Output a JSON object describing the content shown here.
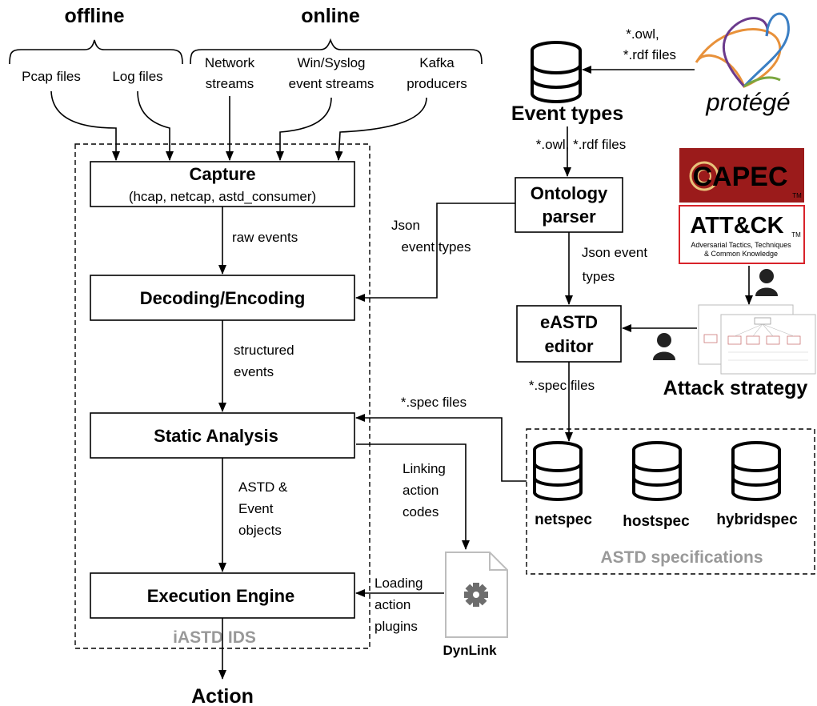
{
  "groups": {
    "offline": "offline",
    "online": "online"
  },
  "sources": {
    "pcap": "Pcap files",
    "log": "Log files",
    "network_1": "Network",
    "network_2": "streams",
    "syslog_1": "Win/Syslog",
    "syslog_2": "event streams",
    "kafka_1": "Kafka",
    "kafka_2": "producers"
  },
  "pipeline": {
    "capture": "Capture",
    "capture_sub": "(hcap, netcap, astd_consumer)",
    "decoding": "Decoding/Encoding",
    "static": "Static Analysis",
    "execution": "Execution Engine",
    "ids_label": "iASTD IDS",
    "action": "Action"
  },
  "flow_labels": {
    "raw_events": "raw events",
    "structured_1": "structured",
    "structured_2": "events",
    "astd_1": "ASTD &",
    "astd_2": "Event",
    "astd_3": "objects",
    "linking_1": "Linking",
    "linking_2": "action",
    "linking_3": "codes",
    "loading_1": "Loading",
    "loading_2": "action",
    "loading_3": "plugins",
    "json_left_1": "Json",
    "json_left_2": "event types",
    "json_right_1": "Json event",
    "json_right_2": "types",
    "owl_rdf": "*.owl, *.rdf files",
    "owl_1": "*.owl,",
    "owl_2": "*.rdf files",
    "spec_files": "*.spec files",
    "spec_files_2": "*.spec files"
  },
  "right_side": {
    "event_types": "Event types",
    "ontology_1": "Ontology",
    "ontology_2": "parser",
    "eastd_1": "eASTD",
    "eastd_2": "editor",
    "attack_strategy": "Attack strategy",
    "protege": "protégé",
    "capec": "CAPEC",
    "tm": "TM",
    "attck": "ATT&CK",
    "attck_tm": "TM",
    "attck_sub_1": "Adversarial Tactics, Techniques",
    "attck_sub_2": "& Common Knowledge",
    "dynlink": "DynLink"
  },
  "specifications": {
    "title": "ASTD specifications",
    "netspec": "netspec",
    "hostspec": "hostspec",
    "hybridspec": "hybridspec"
  },
  "colors": {
    "capec_red": "#9b1b1b",
    "attck_red": "#d8232a",
    "grey_label": "#999999",
    "protege_orange": "#e8913a",
    "protege_purple": "#6b3a8c",
    "protege_blue": "#3b7fc4",
    "protege_green": "#7aa63f"
  }
}
